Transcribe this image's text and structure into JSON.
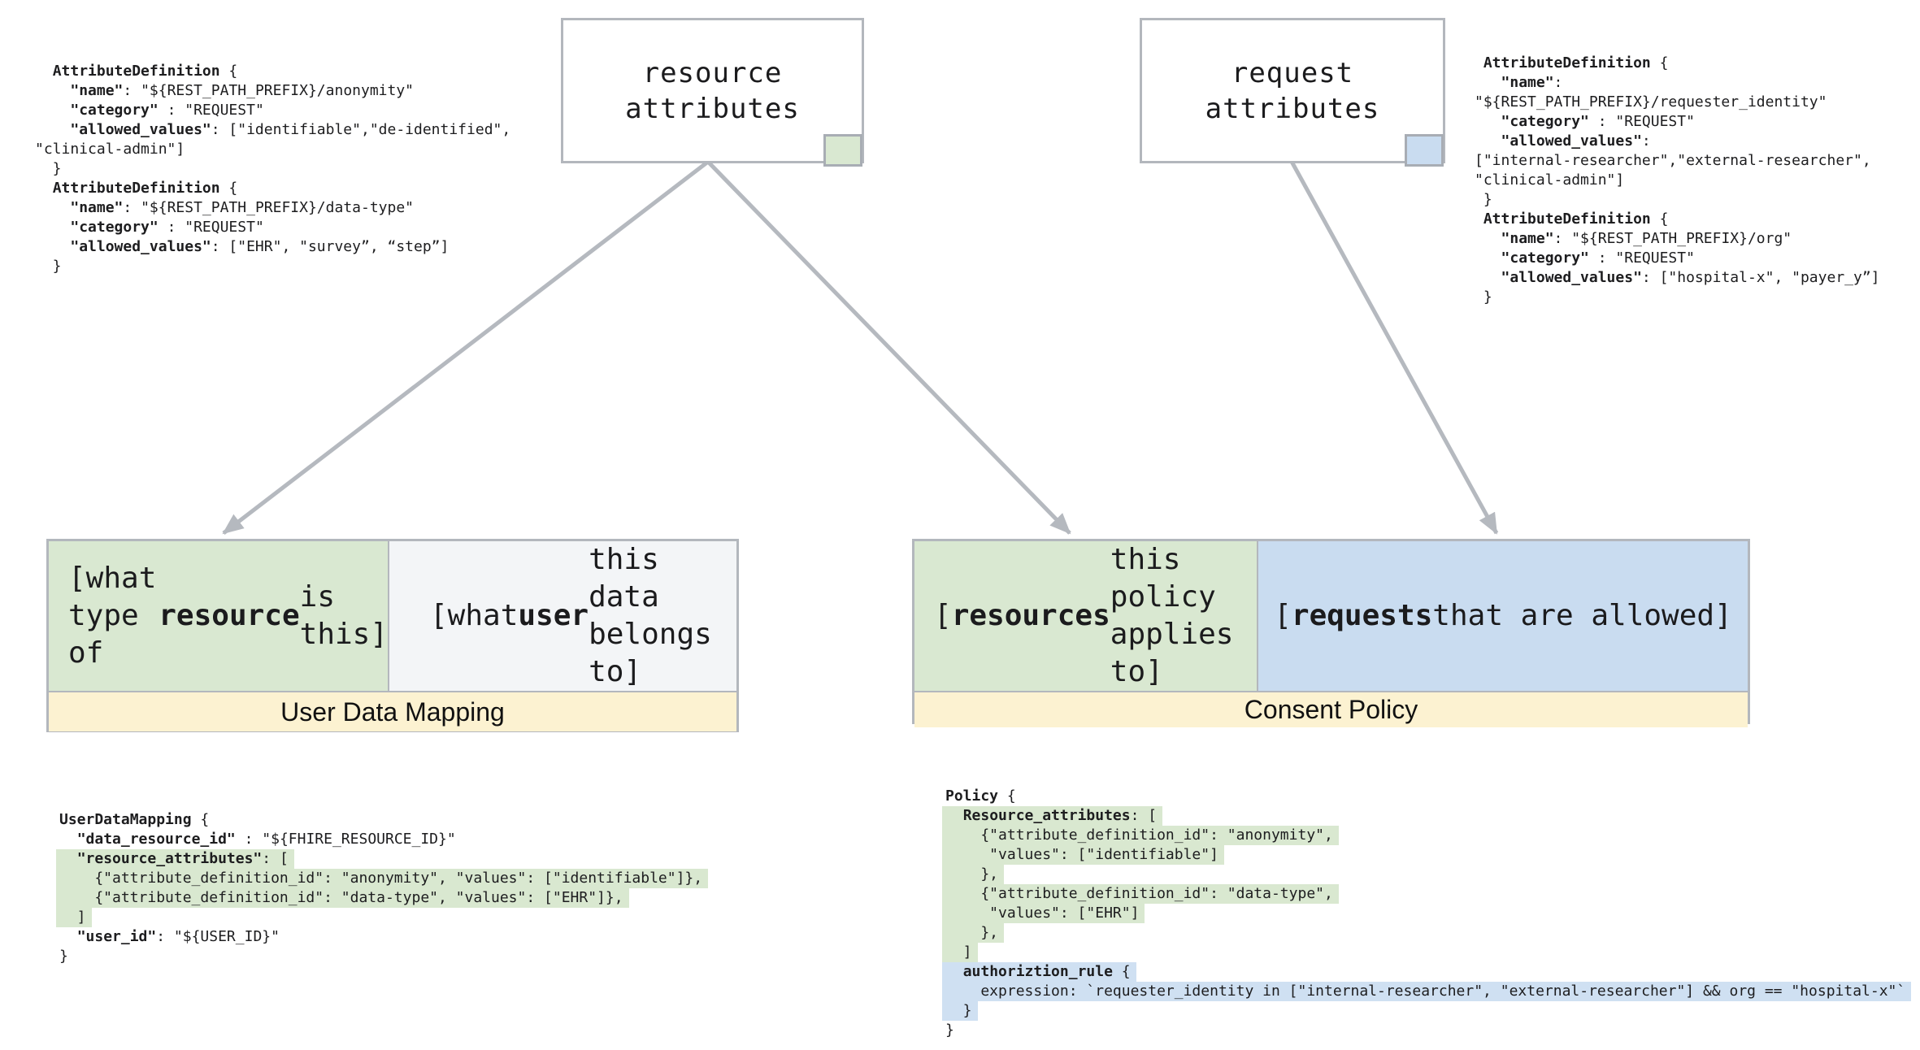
{
  "palette": {
    "green_fill": "#d9e8d1",
    "blue_fill": "#c9dcf0",
    "gray_fill": "#f3f5f7",
    "yellow_fill": "#fcf2d1",
    "border_gray": "#b3b7bd",
    "arrow_gray": "#b5b9bf",
    "highlight_green": "#d9e8d0",
    "highlight_blue": "#cfe0f2"
  },
  "boxes": {
    "resource": {
      "label": "resource\nattributes"
    },
    "request": {
      "label": "request\nattributes"
    },
    "udm": {
      "green": "[what type of\n**resource** is this]",
      "gray": "[what **user** this\ndata belongs to]",
      "banner": "User Data Mapping"
    },
    "consent": {
      "green": "[**resources** this\npolicy applies to]",
      "blue": "[**requests** that are allowed]",
      "banner": "Consent Policy"
    }
  },
  "code": {
    "top_left": {
      "lines": [
        {
          "t": "  **AttributeDefinition** {"
        },
        {
          "t": "    **\"name\"**: \"${REST_PATH_PREFIX}/anonymity\""
        },
        {
          "t": "    **\"category\"** : \"REQUEST\""
        },
        {
          "t": "    **\"allowed_values\"**: [\"identifiable\",\"de-identified\","
        },
        {
          "t": "\"clinical-admin\"]"
        },
        {
          "t": "  }"
        },
        {
          "t": "  **AttributeDefinition** {"
        },
        {
          "t": "    **\"name\"**: \"${REST_PATH_PREFIX}/data-type\""
        },
        {
          "t": "    **\"category\"** : \"REQUEST\""
        },
        {
          "t": "    **\"allowed_values\"**: [\"EHR\", \"survey”, “step”]"
        },
        {
          "t": "  }"
        }
      ]
    },
    "top_right": {
      "lines": [
        {
          "t": " **AttributeDefinition** {"
        },
        {
          "t": "   **\"name\"**:"
        },
        {
          "t": "\"${REST_PATH_PREFIX}/requester_identity\""
        },
        {
          "t": "   **\"category\"** : \"REQUEST\""
        },
        {
          "t": "   **\"allowed_values\"**:"
        },
        {
          "t": "[\"internal-researcher\",\"external-researcher\","
        },
        {
          "t": "\"clinical-admin\"]"
        },
        {
          "t": " }"
        },
        {
          "t": " **AttributeDefinition** {"
        },
        {
          "t": "   **\"name\"**: \"${REST_PATH_PREFIX}/org\""
        },
        {
          "t": "   **\"category\"** : \"REQUEST\""
        },
        {
          "t": "   **\"allowed_values\"**: [\"hospital-x\", \"payer_y”]"
        },
        {
          "t": " }"
        }
      ]
    },
    "bottom_left": {
      "lines": [
        {
          "t": "**UserDataMapping** {"
        },
        {
          "t": "  **\"data_resource_id\"** : \"${FHIRE_RESOURCE_ID}\""
        },
        {
          "t": "  **\"resource_attributes\"**: [",
          "h": "g"
        },
        {
          "t": "    {\"attribute_definition_id\": \"anonymity\", \"values\": [\"identifiable\"]},",
          "h": "g"
        },
        {
          "t": "    {\"attribute_definition_id\": \"data-type\", \"values\": [\"EHR\"]},",
          "h": "g"
        },
        {
          "t": "  ]",
          "h": "g"
        },
        {
          "t": "  **\"user_id\"**: \"${USER_ID}\""
        },
        {
          "t": "}"
        }
      ]
    },
    "bottom_right": {
      "lines": [
        {
          "t": "**Policy** {"
        },
        {
          "t": "  **Resource_attributes**: [",
          "h": "g"
        },
        {
          "t": "    {\"attribute_definition_id\": \"anonymity\",",
          "h": "g"
        },
        {
          "t": "     \"values\": [\"identifiable\"]",
          "h": "g"
        },
        {
          "t": "    },",
          "h": "g"
        },
        {
          "t": "    {\"attribute_definition_id\": \"data-type\",",
          "h": "g"
        },
        {
          "t": "     \"values\": [\"EHR\"]",
          "h": "g"
        },
        {
          "t": "    },",
          "h": "g"
        },
        {
          "t": "  ]",
          "h": "g"
        },
        {
          "t": "  **authoriztion_rule** {",
          "h": "b"
        },
        {
          "t": "    expression: `requester_identity in [\"internal-researcher\", \"external-researcher\"] && org == \"hospital-x\"`",
          "h": "b"
        },
        {
          "t": "  }",
          "h": "b"
        },
        {
          "t": "}"
        }
      ]
    }
  }
}
